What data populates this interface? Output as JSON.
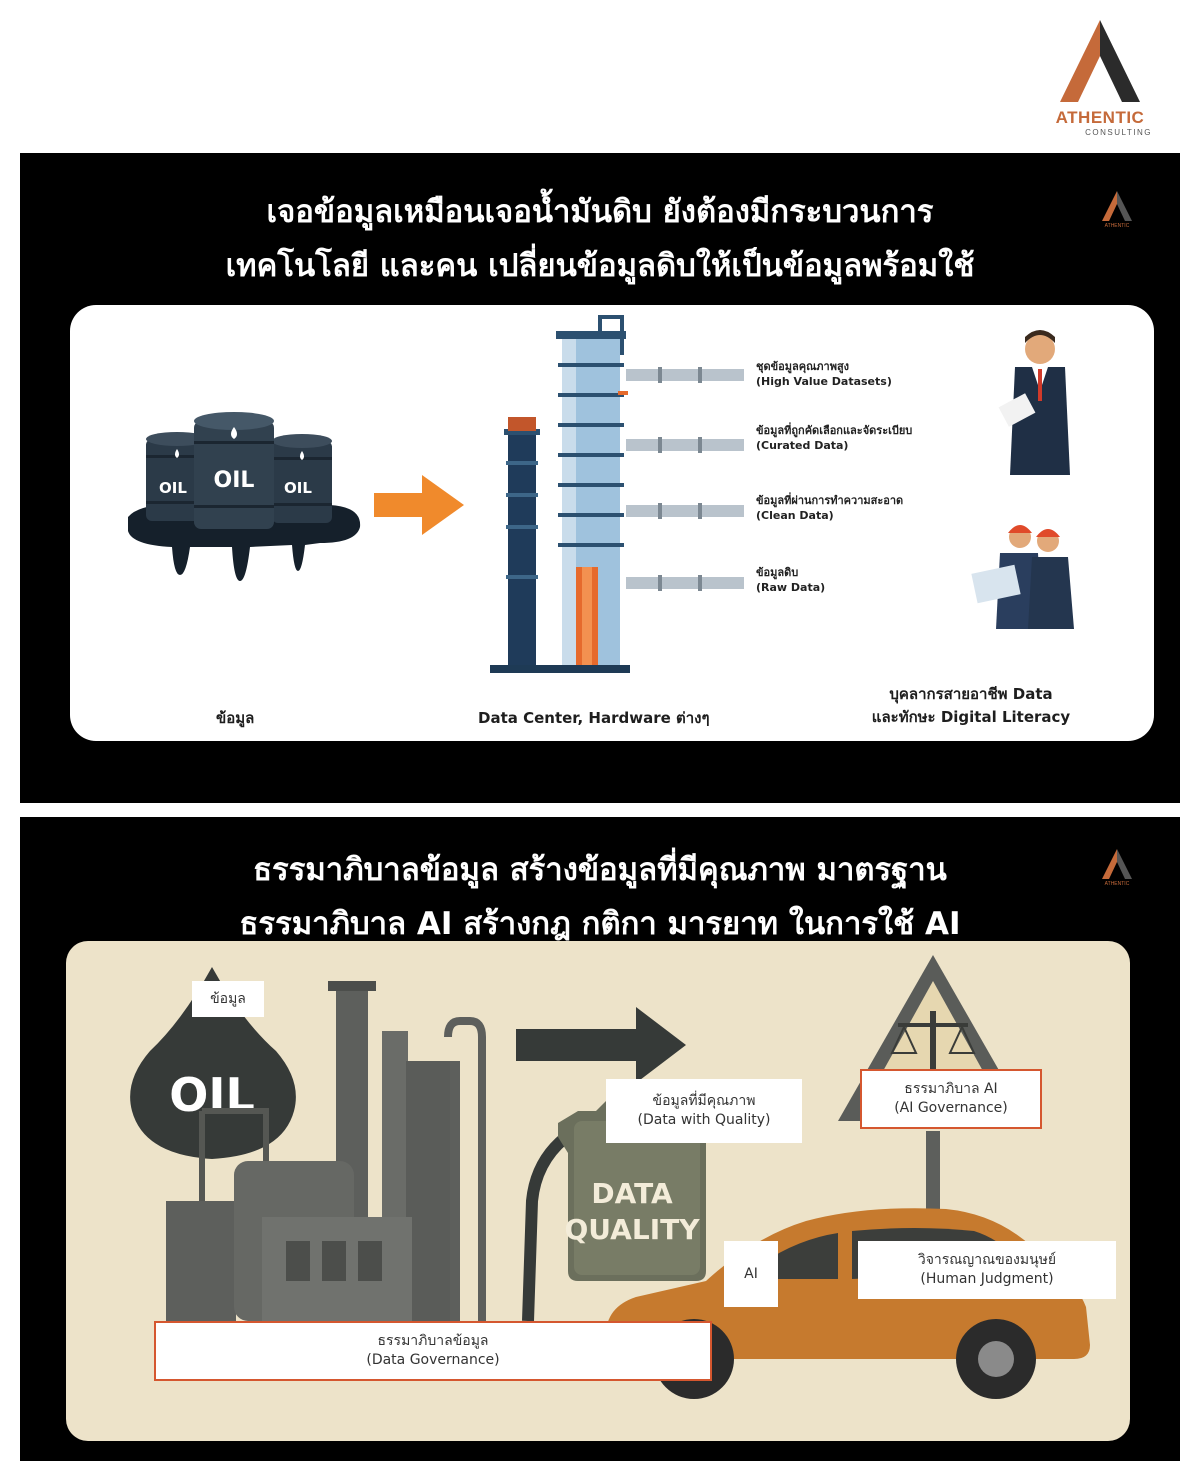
{
  "brand": {
    "name": "ATHENTIC",
    "sub": "CONSULTING",
    "colors": {
      "accent": "#c56a3a",
      "dark": "#2b2b2b"
    }
  },
  "slide1": {
    "title_line1": "เจอข้อมูลเหมือนเจอน้ำมันดิบ ยังต้องมีกระบวนการ",
    "title_line2": "เทคโนโลยี และคน เปลี่ยนข้อมูลดิบให้เป็นข้อมูลพร้อมใช้",
    "mini_logo_text": "ATHENTIC",
    "barrel_label": "OIL",
    "tiers": [
      {
        "th": "ชุดข้อมูลคุณภาพสูง",
        "en": "(High Value Datasets)"
      },
      {
        "th": "ข้อมูลที่ถูกคัดเลือกและจัดระเบียบ",
        "en": "(Curated Data)"
      },
      {
        "th": "ข้อมูลที่ผ่านการทำความสะอาด",
        "en": "(Clean Data)"
      },
      {
        "th": "ข้อมูลดิบ",
        "en": "(Raw Data)"
      }
    ],
    "captions": {
      "data": "ข้อมูล",
      "center": "Data Center, Hardware ต่างๆ",
      "people_line1": "บุคลากรสายอาชีพ Data",
      "people_line2": "และทักษะ Digital Literacy"
    }
  },
  "slide2": {
    "title_line1": "ธรรมาภิบาลข้อมูล สร้างข้อมูลที่มีคุณภาพ มาตรฐาน",
    "title_line2": "ธรรมาภิบาล AI สร้างกฎ กติกา มารยาท ในการใช้ AI",
    "mini_logo_text": "ATHENTIC",
    "drop_label": "OIL",
    "tag_data": "ข้อมูล",
    "can_line1": "DATA",
    "can_line2": "QUALITY",
    "quality_box": {
      "th": "ข้อมูลที่มีคุณภาพ",
      "en": "(Data with Quality)"
    },
    "ai_gov_box": {
      "th": "ธรรมาภิบาล AI",
      "en": "(AI Governance)"
    },
    "ai_box": "AI",
    "human_box": {
      "th": "วิจารณญาณของมนุษย์",
      "en": "(Human Judgment)"
    },
    "data_gov_box": {
      "th": "ธรรมาภิบาลข้อมูล",
      "en": "(Data Governance)"
    }
  }
}
